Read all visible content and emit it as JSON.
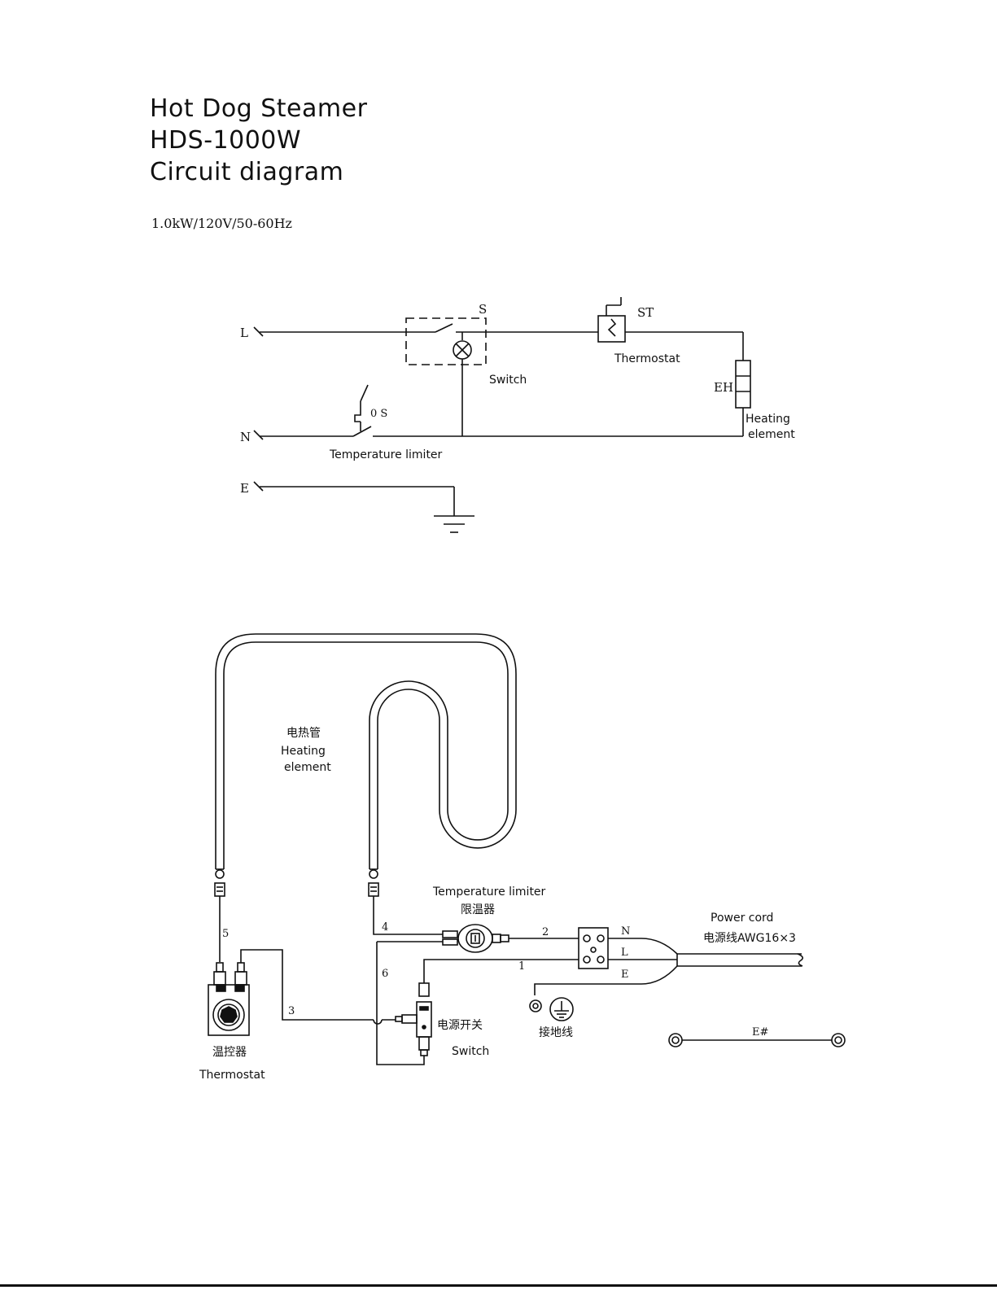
{
  "title": {
    "line1": "Hot Dog Steamer",
    "line2": "HDS-1000W",
    "line3": "Circuit diagram"
  },
  "rating": "1.0kW/120V/50-60Hz",
  "schematic": {
    "terminal_L": "L",
    "terminal_N": "N",
    "terminal_E": "E",
    "switch_ref": "S",
    "switch_label": "Switch",
    "thermostat_ref": "ST",
    "thermostat_label": "Thermostat",
    "heater_ref": "EH",
    "heater_label_1": "Heating",
    "heater_label_2": "element",
    "limiter_ref": "0 S",
    "limiter_label": "Temperature limiter"
  },
  "wiring": {
    "heater_cn": "电热管",
    "heater_en_1": "Heating",
    "heater_en_2": "element",
    "limiter_en": "Temperature limiter",
    "limiter_cn": "限温器",
    "powercord_en": "Power cord",
    "powercord_cn": "电源线AWG16×3",
    "switch_cn": "电源开关",
    "switch_en": "Switch",
    "thermostat_cn": "温控器",
    "thermostat_en": "Thermostat",
    "ground_cn": "接地线",
    "ground_wire": "E#",
    "wire_1": "1",
    "wire_2": "2",
    "wire_3": "3",
    "wire_4": "4",
    "wire_5": "5",
    "wire_6": "6",
    "cord_N": "N",
    "cord_L": "L",
    "cord_E": "E"
  }
}
